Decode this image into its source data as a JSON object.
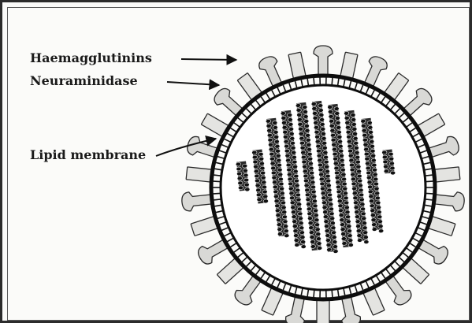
{
  "labels": {
    "haemagglutinins": "Haemagglutinins",
    "neuraminidase": "Neuraminidase",
    "lipid_membrane": "Lipid membrane"
  }
}
